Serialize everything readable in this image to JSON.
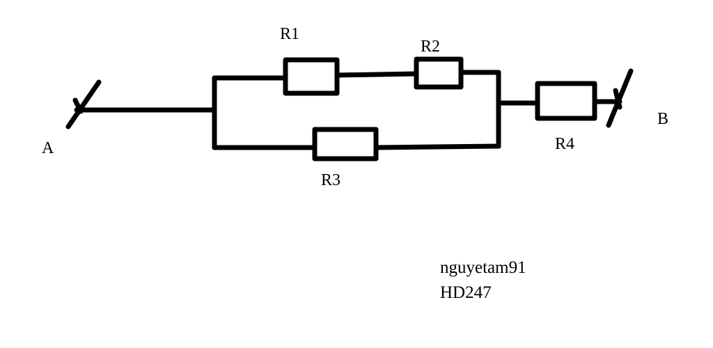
{
  "diagram": {
    "terminals": {
      "a": "A",
      "b": "B"
    },
    "resistors": {
      "r1": "R1",
      "r2": "R2",
      "r3": "R3",
      "r4": "R4"
    },
    "colors": {
      "wire": "#000000",
      "background": "#ffffff"
    }
  },
  "credit": {
    "author": "nguyetam91",
    "site": "HD247"
  }
}
